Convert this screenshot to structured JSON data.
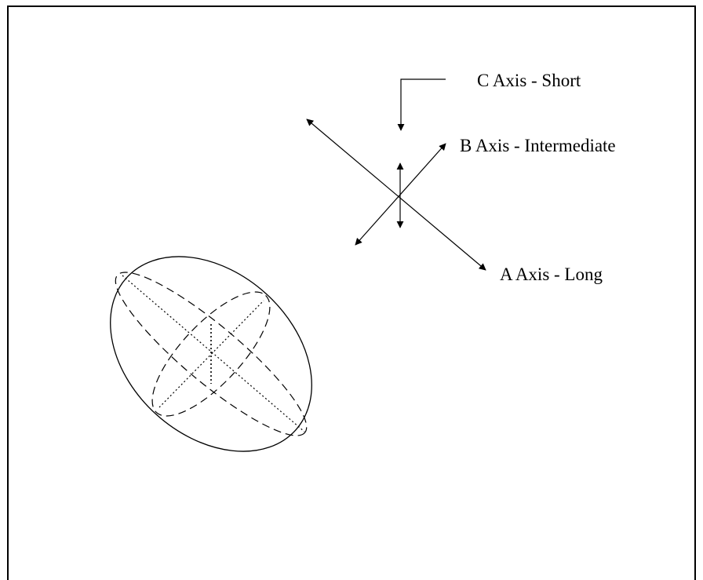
{
  "labels": {
    "c_axis": "C Axis - Short",
    "b_axis": "B Axis - Intermediate",
    "a_axis": "A Axis - Long"
  },
  "colors": {
    "stroke": "#000000",
    "background": "#ffffff"
  }
}
